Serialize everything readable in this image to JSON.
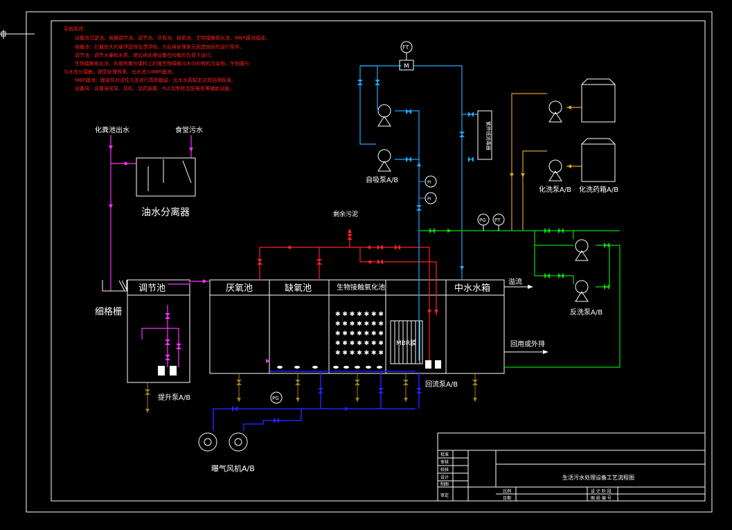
{
  "notes": {
    "lines": [
      "系统简述：",
      "设备由沉淀池、格栅调节池、调节池、厌氧池、缺氧池、生物接触氧化池、MBR膜池组成。",
      "格栅池：拦截较大的悬浮固体及漂浮物，为后续处理单元创造良好的运行条件。",
      "调节池：调节水量和水质，使后续处理设备在均衡的负荷下运行。",
      "生物接触氧化池：利用附着在填料上的微生物降解污水中的有机污染物，生物膜与",
      "污水充分接触，提高处理效率，出水进入MBR膜池。",
      "MBR膜池：膜组件对活性污泥进行高效截留，出水水质稳定达到回用标准。",
      "设备间：设置自吸泵、风机、加药装置、PLC控制柜及配电柜等辅助设施。"
    ]
  },
  "labels": {
    "fecal_inlet": "化粪池出水",
    "canteen_inlet": "食堂污水",
    "oil_separator": "油水分离器",
    "screen_channel": "细格栅",
    "equalization_tank": "调节池",
    "anaerobic_tank": "厌氧池",
    "anoxic_tank": "缺氧池",
    "bio_contact_tank": "生物接触氧化池",
    "reclaimed_tank": "中水水箱",
    "mbr_membrane": "MBR膜",
    "lift_pump": "提升泵A/B",
    "reflux_pump": "回流泵A/B",
    "blower": "曝气风机A/B",
    "self_priming_pump": "自吸泵A/B",
    "chemical_pump": "化洗泵A/B",
    "chemical_tank": "化洗药箱A/B",
    "backwash_pump": "反洗泵A/B",
    "excess_sludge": "剩余污泥",
    "overflow": "溢流",
    "reuse_discharge": "回用或外排",
    "dosing_unit": "紫外线消毒器",
    "flow_transmitter": "FT",
    "flow_meter": "M",
    "pressure_gauge": "PG",
    "pressure_transmitter": "PT",
    "pi_gauge": "PI"
  },
  "title_block": {
    "drawing_title": "生活污水处理设备工艺流程图",
    "left_rows": [
      "批准",
      "审核",
      "校核",
      "设计",
      "制图",
      "审定"
    ],
    "mid_labels": [
      "比例",
      "日期"
    ],
    "right_labels": [
      "设 计 阶 段",
      "图 纸 编 号"
    ]
  },
  "colors": {
    "red": "#ff2020",
    "magenta": "#ff33ff",
    "blue": "#2222ff",
    "cyan": "#22aaff",
    "green": "#00dd00",
    "gold": "#e0a020",
    "olive": "#a08020",
    "white": "#ffffff"
  }
}
